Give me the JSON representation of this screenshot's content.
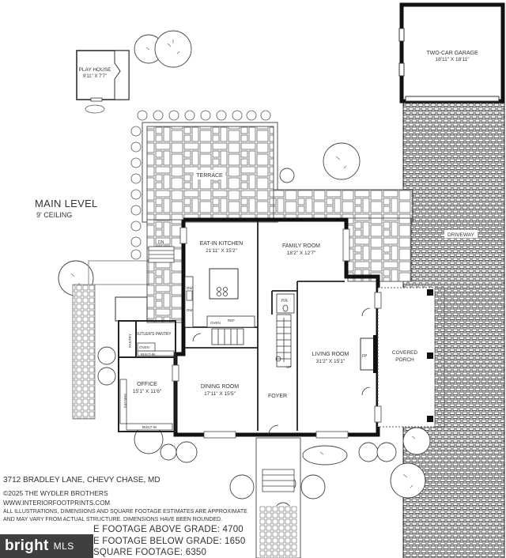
{
  "plan": {
    "level_title": "MAIN LEVEL",
    "ceiling": "9' CEILING",
    "rooms": {
      "play_house": {
        "name": "PLAY HOUSE",
        "dims": "9'11\" X 7'7\""
      },
      "garage": {
        "name": "TWO-CAR GARAGE",
        "dims": "18'11\" X 18'11\""
      },
      "terrace": "TERRACE",
      "driveway": "DRIVEWAY",
      "kitchen": {
        "name": "EAT-IN KITCHEN",
        "dims": "21'11\" X 15'2\""
      },
      "family": {
        "name": "FAMILY ROOM",
        "dims": "18'2\" X 12'7\""
      },
      "butlers": "BUTLER'S PANTRY",
      "pantry": "PANTRY",
      "office": {
        "name": "OFFICE",
        "dims": "15'1\" X 11'6\""
      },
      "dining": {
        "name": "DINING ROOM",
        "dims": "17'11\" X 15'5\""
      },
      "foyer": "FOYER",
      "living": {
        "name": "LIVING ROOM",
        "dims": "31'2\" X 15'1\""
      },
      "porch": "COVERED PORCH",
      "powder": "P.R.",
      "fireplace": "FP"
    },
    "fixtures": {
      "dn": "DN",
      "up": "UP",
      "dw": "DW",
      "oven": "OVEN",
      "ref": "REF",
      "built_in": "BUILT-IN",
      "shelves": "SHELVES"
    }
  },
  "footer": {
    "address": "3712 BRADLEY LANE, CHEVY CHASE, MD",
    "copyright": "©2025 THE WYDLER BROTHERS",
    "website": "WWW.INTERIORFOOTPRINTS.COM",
    "disclaimer": "ALL ILLUSTRATIONS, DIMENSIONS AND SQUARE FOOTAGE ESTIMATES ARE APPROXIMATE AND MAY VARY FROM ACTUAL STRUCTURE. DIMENSIONS HAVE BEEN ROUNDED.",
    "sqft_above": "E FOOTAGE ABOVE GRADE: 4700",
    "sqft_below": "E FOOTAGE BELOW GRADE: 1650",
    "sqft_total": "SQUARE FOOTAGE:  6350"
  },
  "watermark": {
    "brand": "bright",
    "suffix": "MLS"
  }
}
